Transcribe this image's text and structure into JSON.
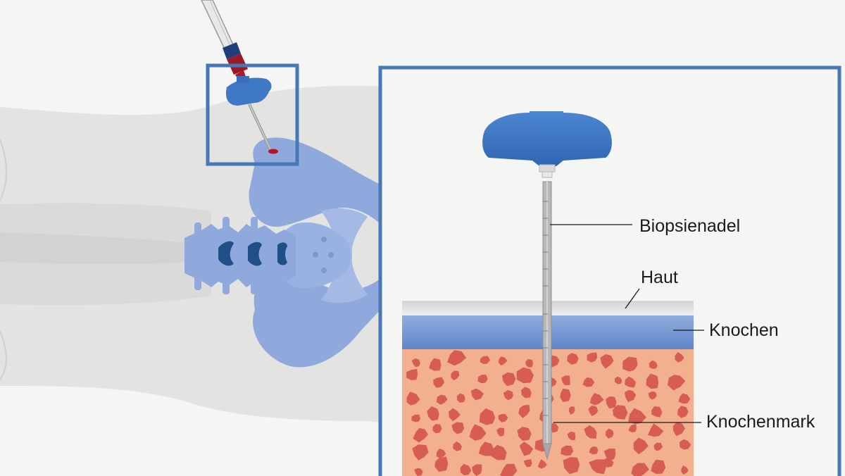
{
  "labels": {
    "needle": "Biopsienadel",
    "skin": "Haut",
    "bone": "Knochen",
    "marrow": "Knochenmark"
  },
  "colors": {
    "background": "#f5f5f4",
    "body_silhouette": "#e2e2e1",
    "pelvis_bone": "#8fa9dd",
    "vertebra_joint": "#1f4f86",
    "frame_blue": "#4677b8",
    "needle_handle": "#3f78c4",
    "skin_layer": "#d9d9d9",
    "bone_layer": "#6f92cf",
    "marrow_tissue": "#f3b08f",
    "marrow_spots": "#d65c54",
    "blood": "#b3152a"
  }
}
